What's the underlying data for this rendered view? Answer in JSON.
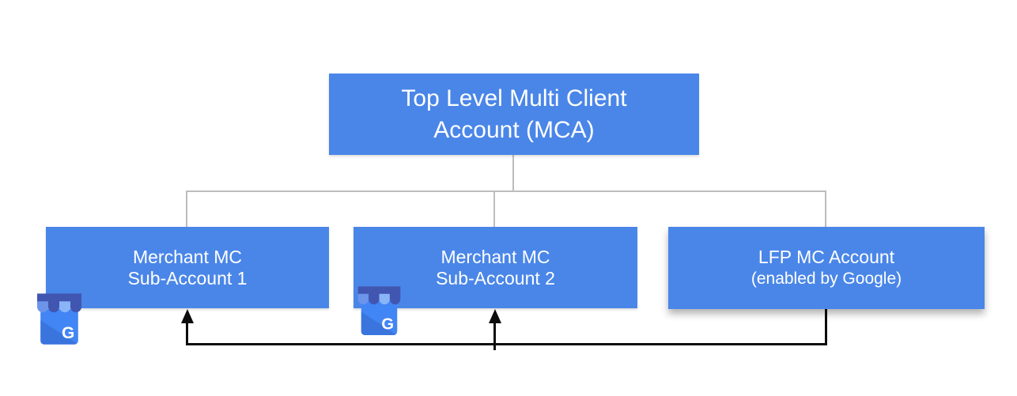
{
  "colors": {
    "box-blue": "#4a86e8",
    "connector-gray": "#bdbdbd",
    "arrow-black": "#0c0c0c",
    "text-white": "#ffffff",
    "canvas-bg": "#ffffff",
    "icon-body": "#4285f4",
    "icon-shade": "#3a75dd",
    "icon-awning-dark": "#4156b0",
    "icon-awning-medium": "#6b94ea",
    "icon-awning-light": "#8ab4f8"
  },
  "diagram": {
    "root": {
      "line1": "Top Level Multi Client",
      "line2": "Account (MCA)"
    },
    "children": [
      {
        "line1": "Merchant MC",
        "line2": "Sub-Account 1"
      },
      {
        "line1": "Merchant MC",
        "line2": "Sub-Account 2"
      },
      {
        "line1": "LFP MC Account",
        "line2": "(enabled by Google)"
      }
    ],
    "icon_letter": "G"
  }
}
